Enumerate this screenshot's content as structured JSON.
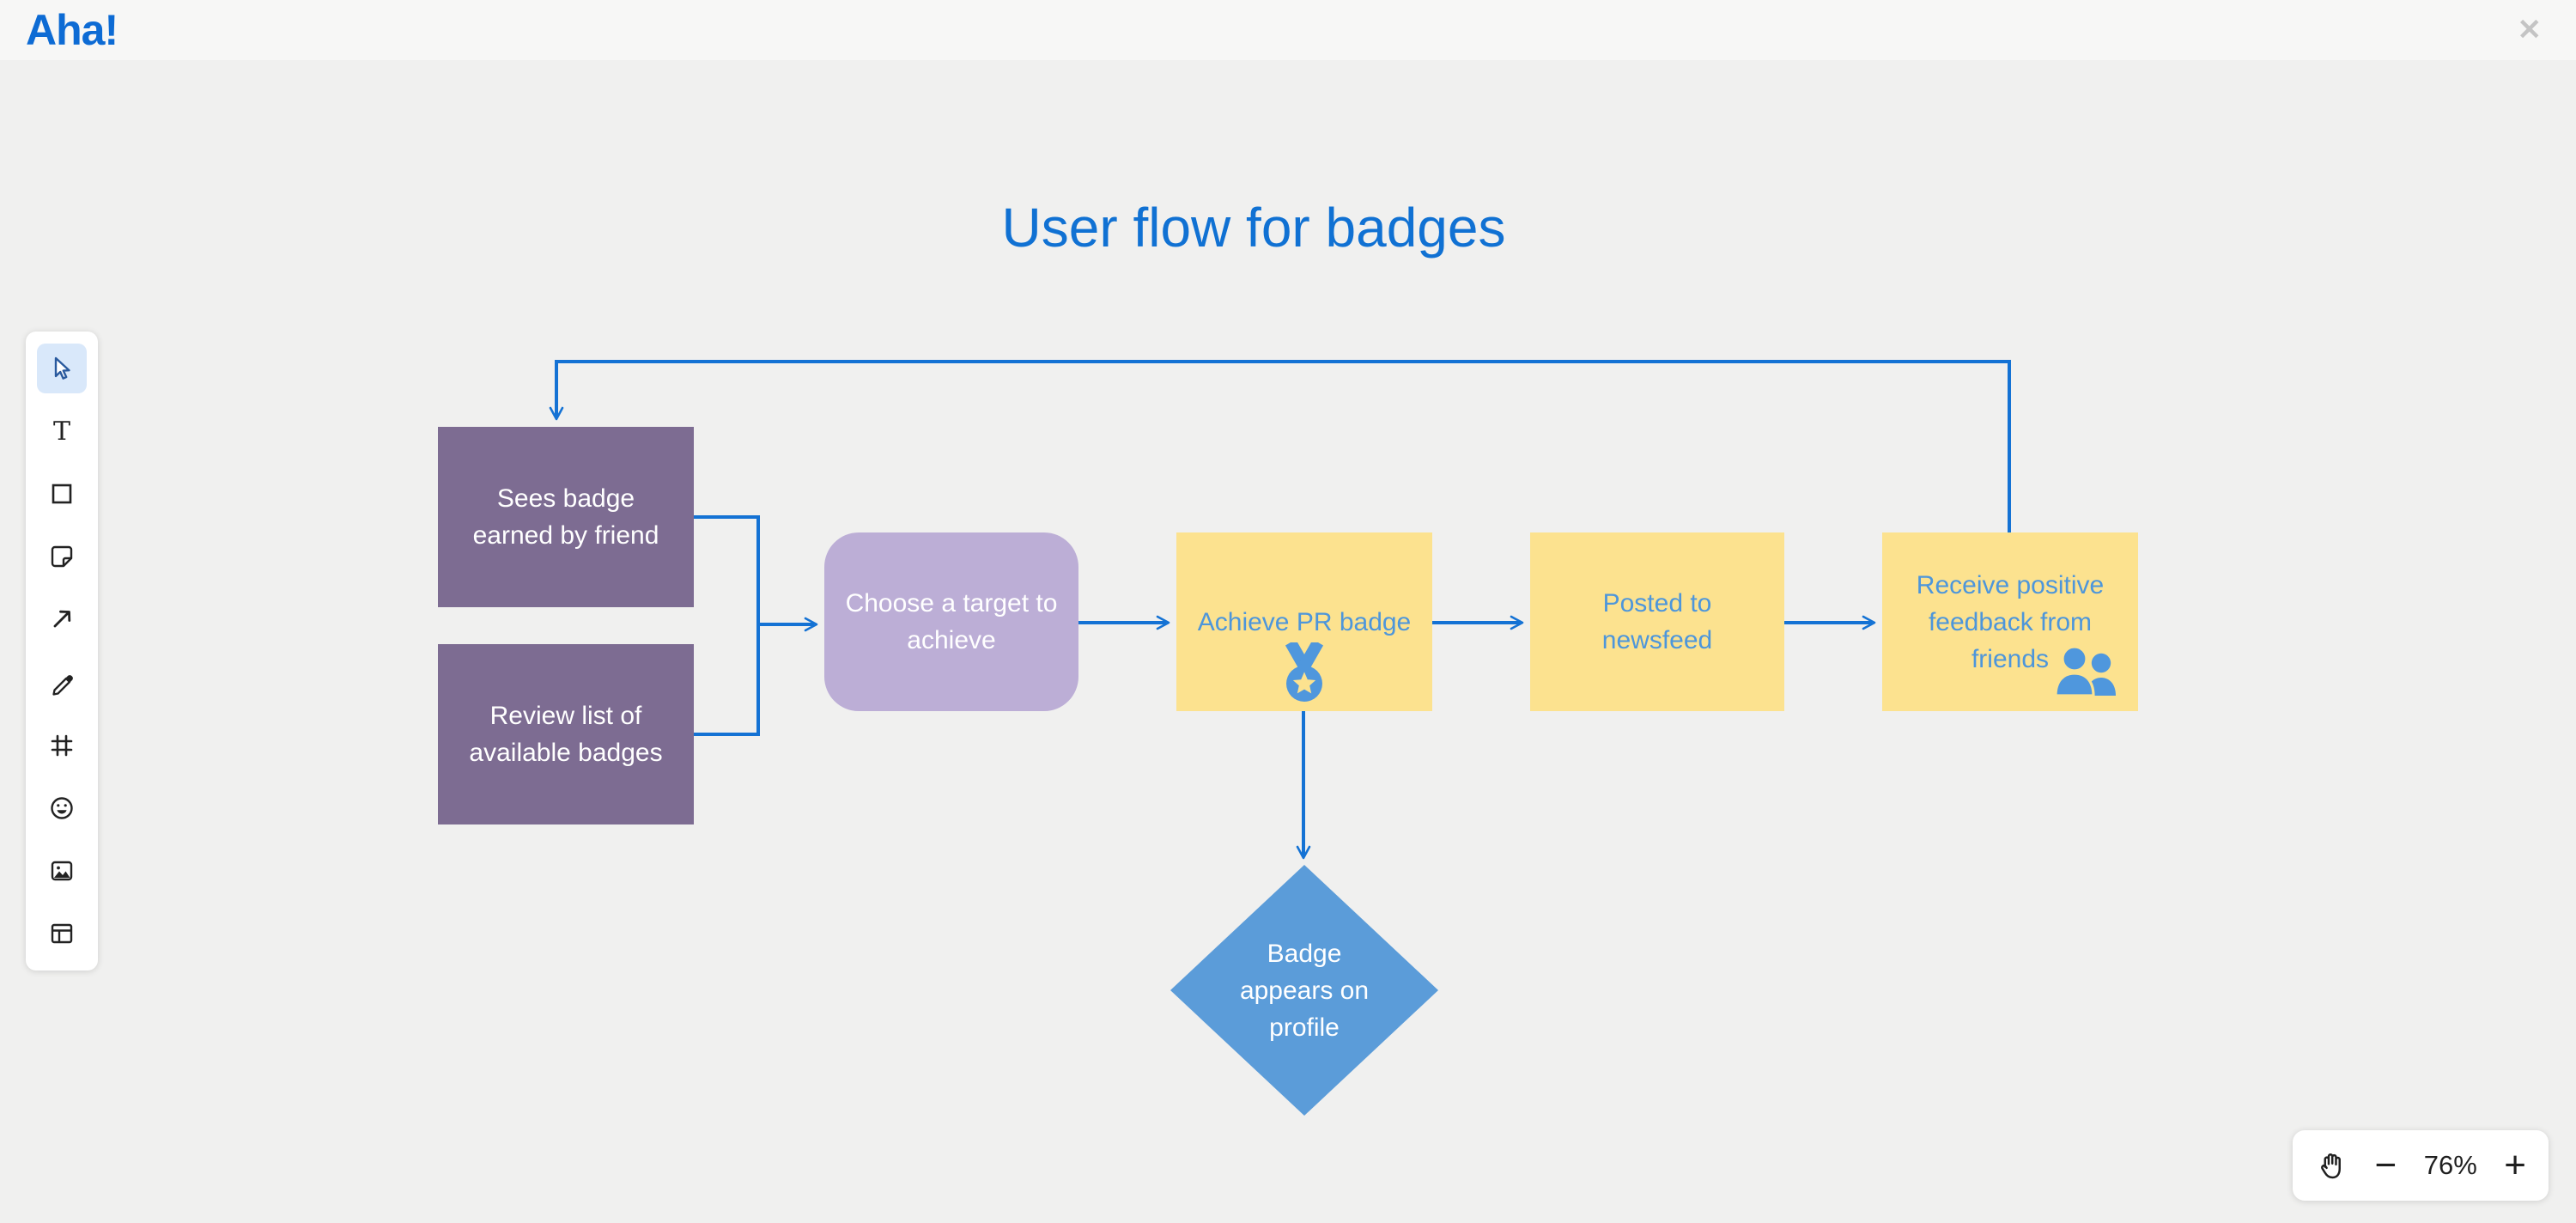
{
  "header": {
    "logo_text": "Aha!",
    "close_glyph": "✕"
  },
  "canvas": {
    "title": "User flow for badges"
  },
  "toolbar": {
    "selected_tool": "select",
    "tools": [
      "select",
      "text",
      "shape",
      "sticky-note",
      "arrow",
      "pencil",
      "frame",
      "emoji",
      "image",
      "template"
    ]
  },
  "nodes": {
    "sees_badge": {
      "text": "Sees badge\nearned by friend",
      "shape": "rectangle",
      "color": "#7d6c92"
    },
    "review_list": {
      "text": "Review list of\navailable badges",
      "shape": "rectangle",
      "color": "#7d6c92"
    },
    "choose_target": {
      "text": "Choose a target to\nachieve",
      "shape": "rounded-rectangle",
      "color": "#bcaed6"
    },
    "achieve_pr": {
      "text": "Achieve PR badge",
      "shape": "rectangle",
      "color": "#fce28f",
      "icon": "medal-icon"
    },
    "posted_newsfeed": {
      "text": "Posted to\nnewsfeed",
      "shape": "rectangle",
      "color": "#fce28f"
    },
    "receive_feedback": {
      "text": "Receive positive\nfeedback from\nfriends",
      "shape": "rectangle",
      "color": "#fce28f",
      "icon": "people-icon"
    },
    "badge_profile": {
      "text": "Badge\nappears on\nprofile",
      "shape": "diamond",
      "color": "#5b9cd9"
    }
  },
  "zoom_controls": {
    "level": "76%",
    "minus_glyph": "−",
    "plus_glyph": "+"
  },
  "colors": {
    "connector": "#1472d4",
    "title_blue": "#1071d3",
    "yellow_node_text": "#4d96db",
    "canvas_bg": "#f0f0ef",
    "topbar_bg": "#f7f7f6",
    "node_icon_blue": "#4f97dd"
  }
}
